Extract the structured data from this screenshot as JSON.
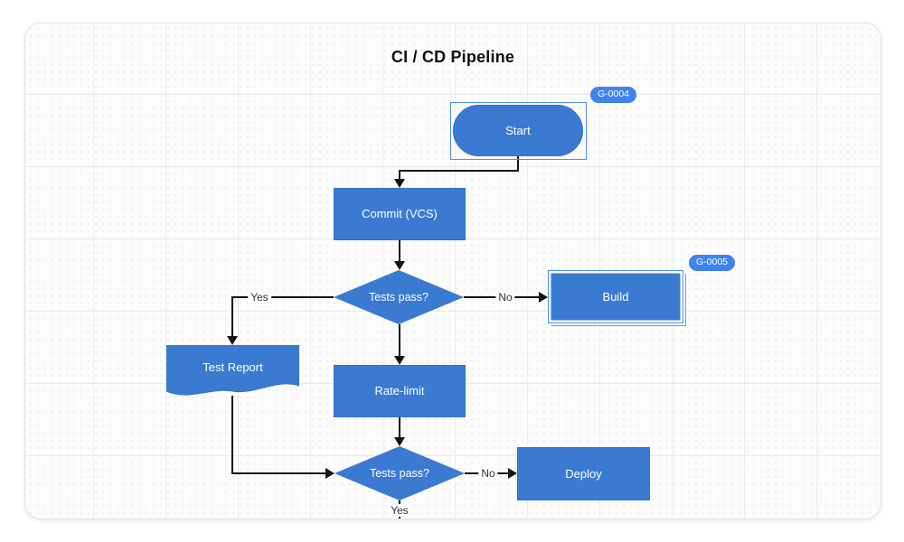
{
  "diagram": {
    "title": "CI / CD Pipeline",
    "selected_node_badges": {
      "start": "G-0004",
      "build": "G-0005"
    },
    "nodes": {
      "start": {
        "label": "Start",
        "type": "terminator",
        "selected": true
      },
      "commit": {
        "label": "Commit (VCS)",
        "type": "process",
        "selected": false
      },
      "tests1": {
        "label": "Tests pass?",
        "type": "decision",
        "selected": false
      },
      "build": {
        "label": "Build",
        "type": "process",
        "selected": true
      },
      "test_report": {
        "label": "Test Report",
        "type": "document",
        "selected": false
      },
      "rate_limit": {
        "label": "Rate-limit",
        "type": "process",
        "selected": false
      },
      "tests2": {
        "label": "Tests pass?",
        "type": "decision",
        "selected": false
      },
      "deploy": {
        "label": "Deploy",
        "type": "process",
        "selected": false
      }
    },
    "edge_labels": {
      "tests1_yes": "Yes",
      "tests1_no": "No",
      "tests2_yes": "Yes",
      "tests2_no": "No"
    },
    "colors": {
      "shape_fill": "#3b7ad1",
      "badge_fill": "#3f83f0",
      "selection_outline": "#4f8ef5",
      "edge_line": "#141414",
      "edge_label_text": "#333333",
      "canvas_background": "#fcfcfc"
    }
  }
}
